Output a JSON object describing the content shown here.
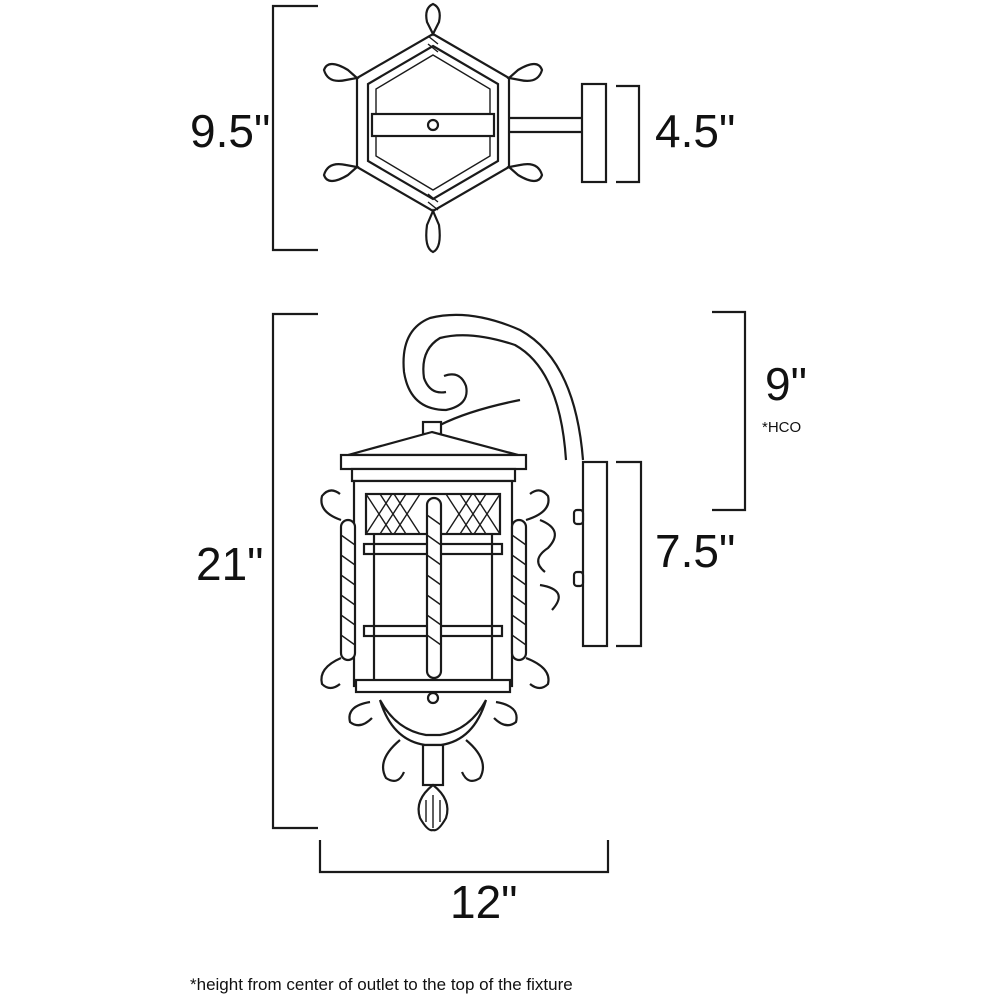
{
  "dimensions": {
    "top_depth": "9.5\"",
    "top_backplate": "4.5\"",
    "height": "21\"",
    "hco": "9\"",
    "hco_note": "*HCO",
    "backplate_height": "7.5\"",
    "width": "12\""
  },
  "footnote": "*height from center of outlet to the top of the fixture"
}
